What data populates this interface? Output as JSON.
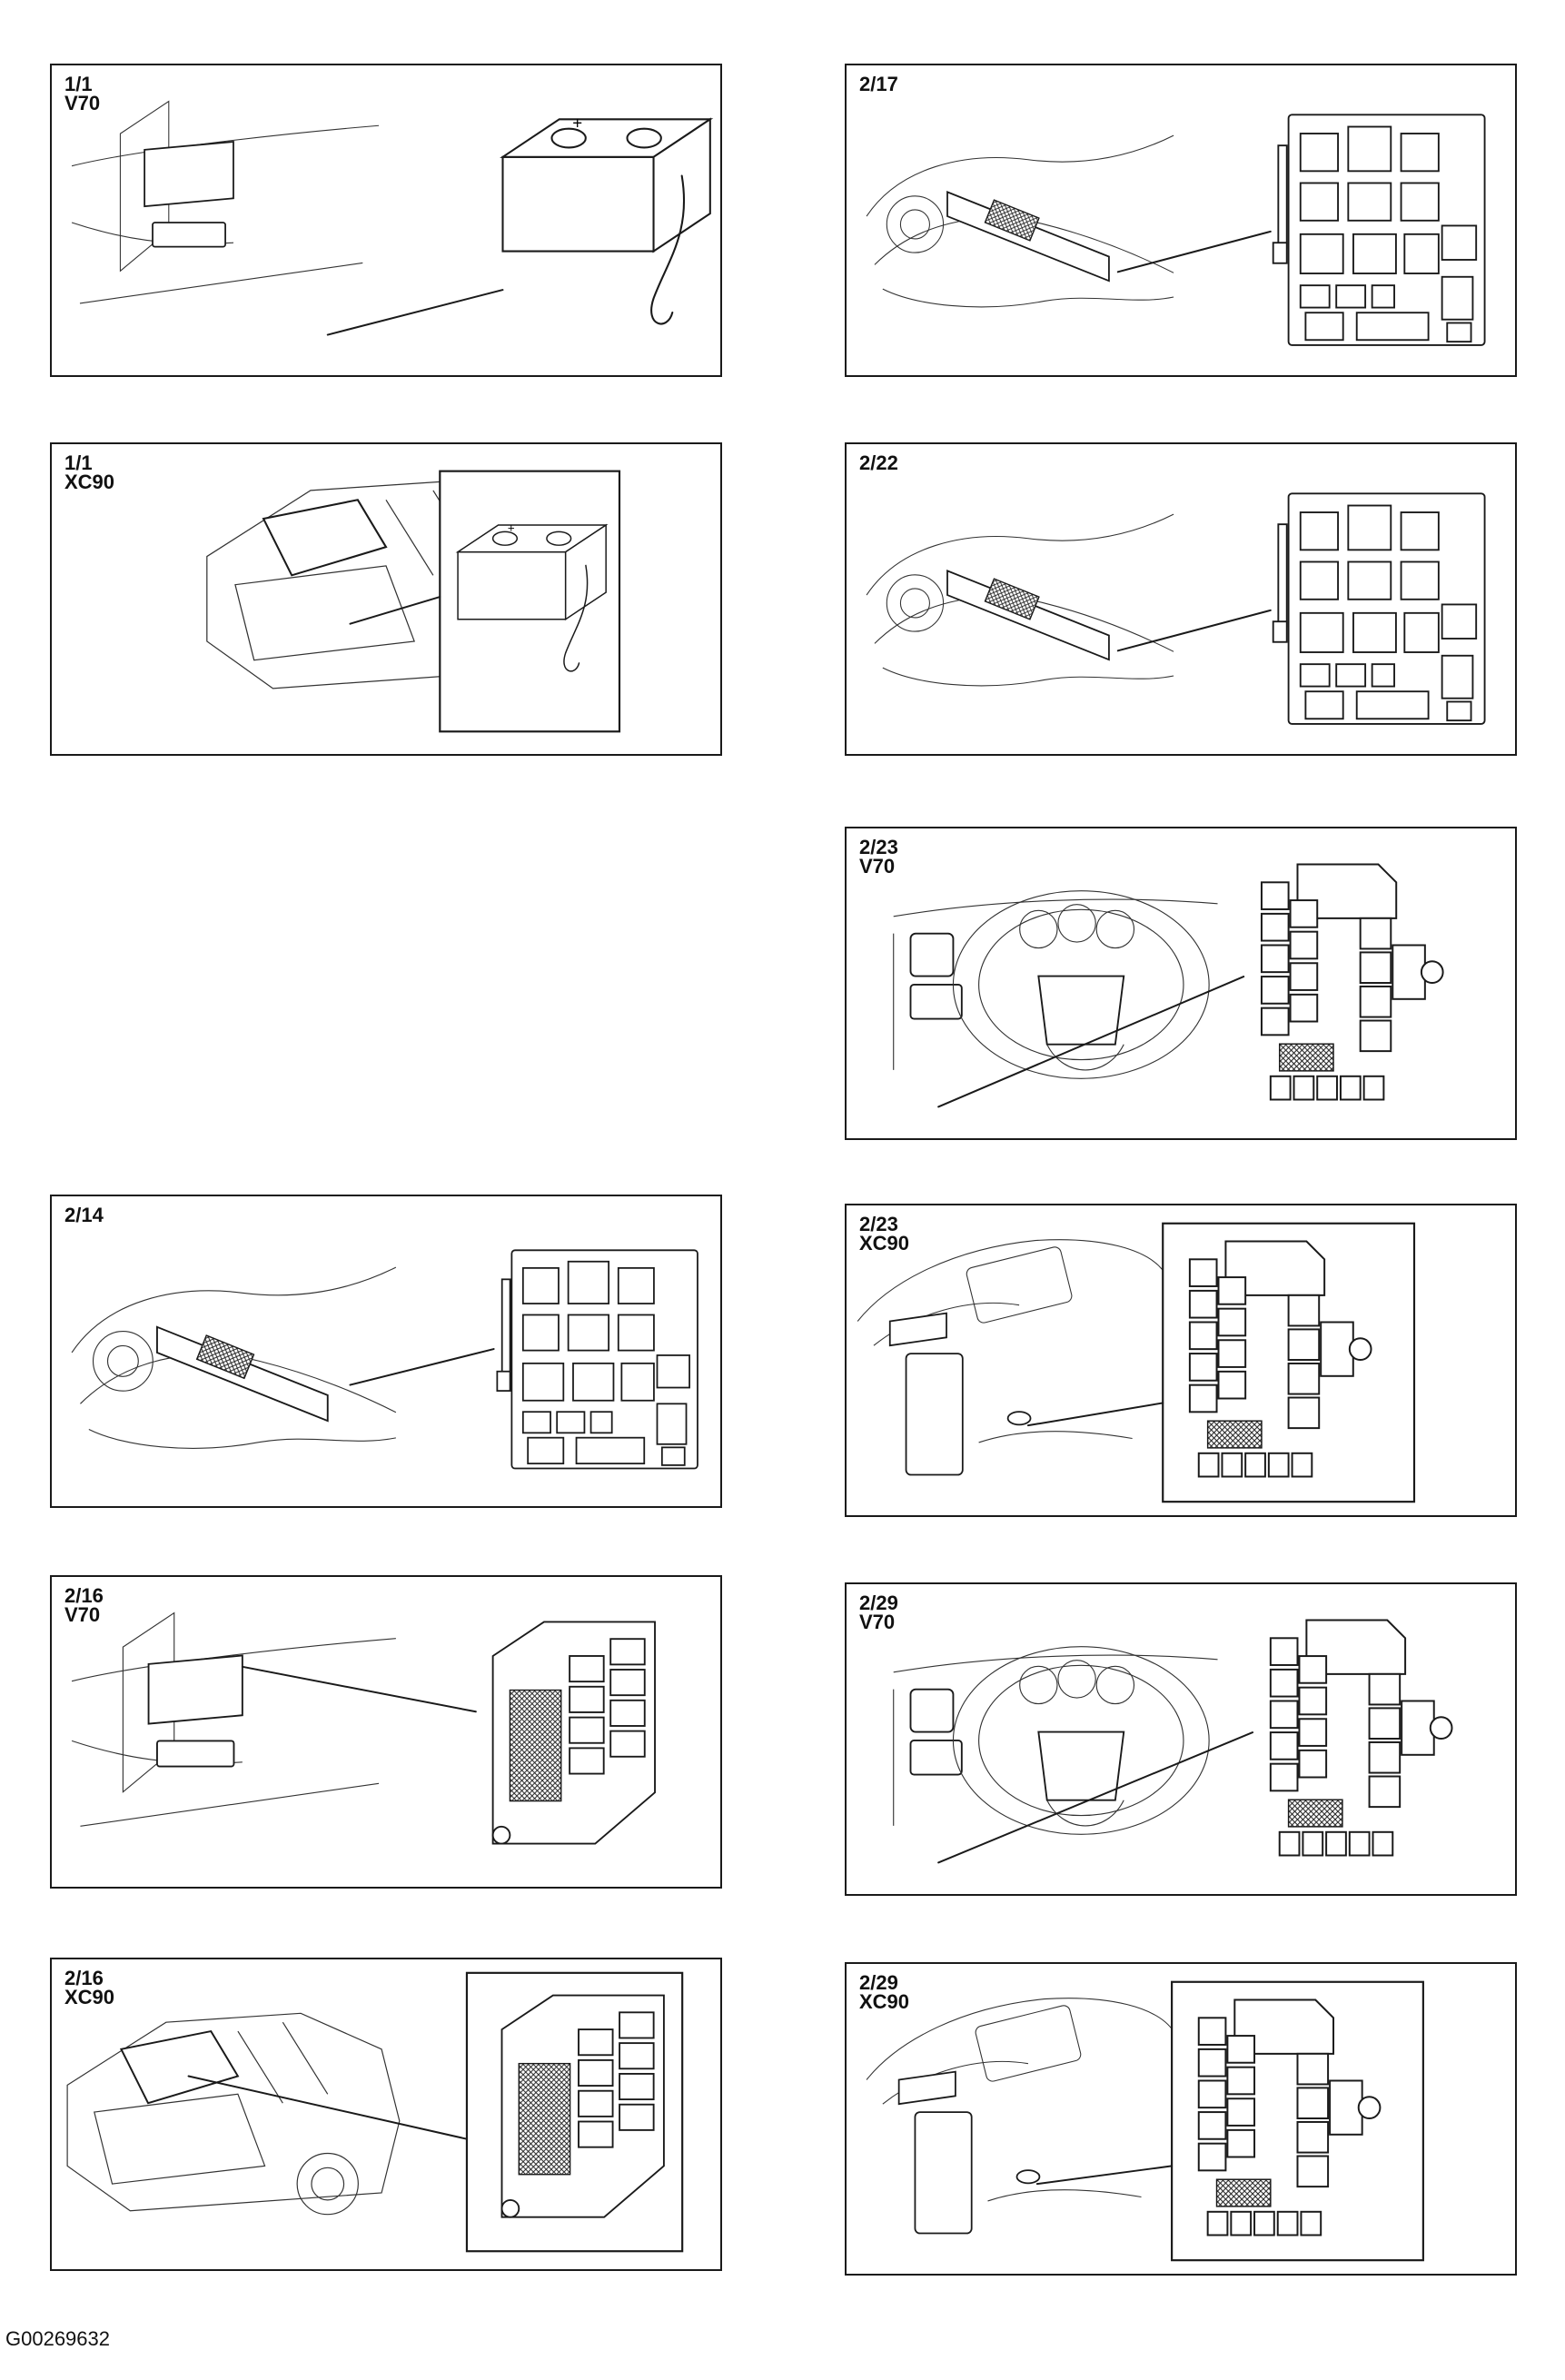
{
  "panels": [
    {
      "id": "p1",
      "code": "1/1",
      "model": "V70",
      "illus": "battery"
    },
    {
      "id": "p2",
      "code": "1/1",
      "model": "XC90",
      "illus": "battery-inset"
    },
    {
      "id": "p3",
      "code": "2/14",
      "model": "",
      "illus": "engine-fusebox"
    },
    {
      "id": "p4",
      "code": "2/16",
      "model": "V70",
      "illus": "cargo-fuse-module"
    },
    {
      "id": "p5",
      "code": "2/16",
      "model": "XC90",
      "illus": "cargo-fuse-module-inset"
    },
    {
      "id": "p6",
      "code": "2/17",
      "model": "",
      "illus": "engine-fusebox"
    },
    {
      "id": "p7",
      "code": "2/22",
      "model": "",
      "illus": "engine-fusebox"
    },
    {
      "id": "p8",
      "code": "2/23",
      "model": "V70",
      "illus": "dash-relay-module"
    },
    {
      "id": "p9",
      "code": "2/23",
      "model": "XC90",
      "illus": "dash-relay-module-inset"
    },
    {
      "id": "p10",
      "code": "2/29",
      "model": "V70",
      "illus": "dash-relay-module"
    },
    {
      "id": "p11",
      "code": "2/29",
      "model": "XC90",
      "illus": "dash-relay-module-inset"
    }
  ],
  "reference_number": "G00269632"
}
